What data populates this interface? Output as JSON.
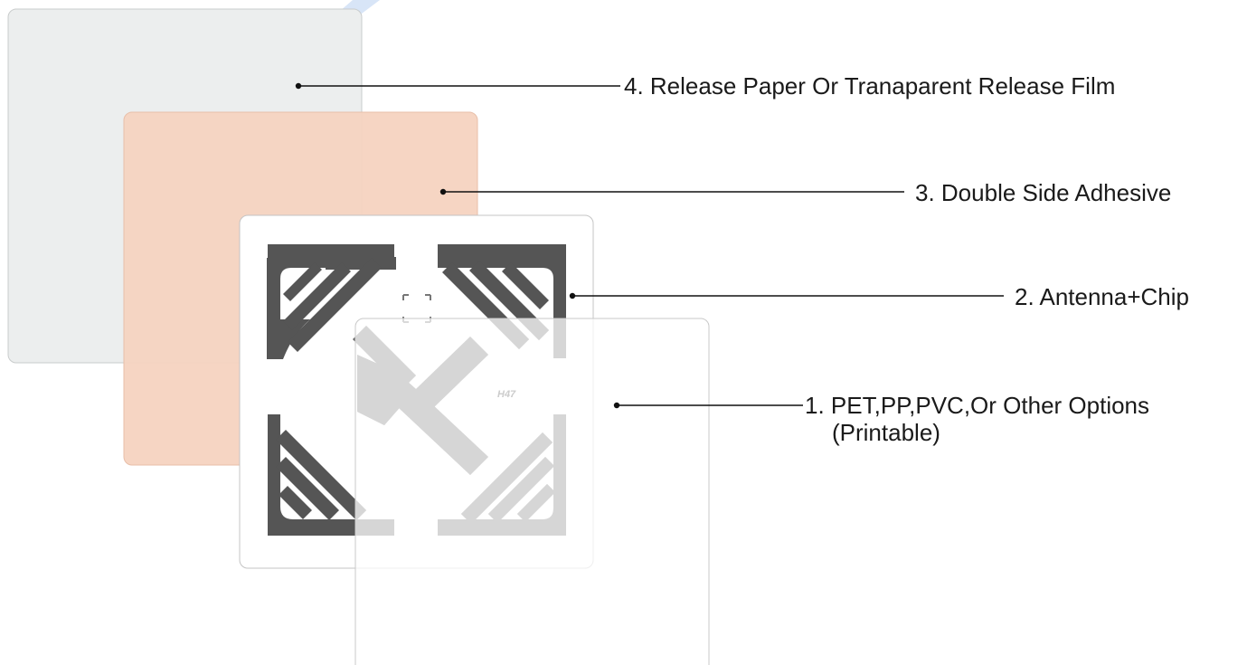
{
  "labels": {
    "layer4": "4. Release Paper Or Tranaparent Release Film",
    "layer3": "3. Double Side Adhesive",
    "layer2": "2. Antenna+Chip",
    "layer1_line1": "1. PET,PP,PVC,Or Other Options",
    "layer1_line2": "(Printable)"
  },
  "chip_text": "H47",
  "colors": {
    "release_paper": "#eceeee",
    "adhesive": "#f6d3c0",
    "antenna_dark": "#555555",
    "antenna_faded": "#d6d6d6",
    "leader_line": "#111111",
    "watermark": "#3a7fd8"
  }
}
